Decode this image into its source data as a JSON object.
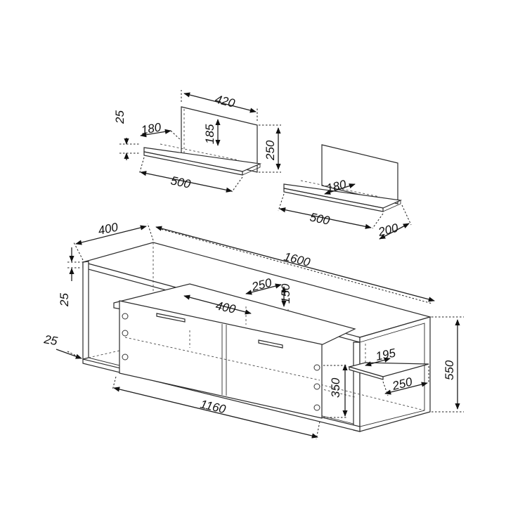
{
  "dimensions": {
    "shelf1_width": "420",
    "shelf1_thickness": "25",
    "shelf1_depth": "180",
    "shelf1_height_inner": "185",
    "shelf1_back_height": "250",
    "shelf1_length": "500",
    "shelf2_depth": "180",
    "shelf2_length": "500",
    "shelf2_side": "200",
    "unit_depth": "400",
    "unit_length": "1600",
    "unit_top_thickness": "25",
    "unit_bottom_thickness": "25",
    "inner_shelf_depth": "250",
    "inner_shelf_height": "150",
    "glass_door_width": "400",
    "side_shelf_depth": "195",
    "side_shelf_width": "250",
    "compartment_height": "350",
    "unit_height": "550",
    "inner_width": "1160"
  }
}
